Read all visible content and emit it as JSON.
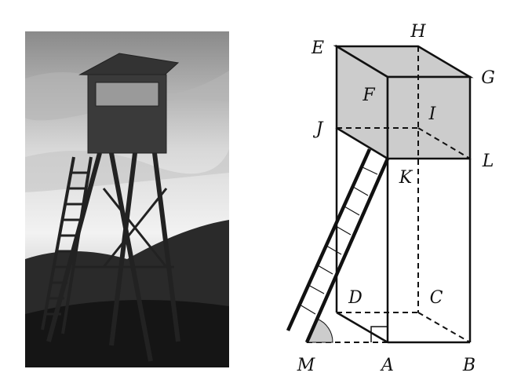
{
  "photo": {
    "subject": "tower-photo"
  },
  "diagram": {
    "points": {
      "E": "E",
      "H": "H",
      "F": "F",
      "G": "G",
      "J": "J",
      "I": "I",
      "K": "K",
      "L": "L",
      "D": "D",
      "C": "C",
      "M": "M",
      "A": "A",
      "B": "B"
    },
    "colors": {
      "shade": "#cccccc",
      "stroke": "#111111"
    }
  }
}
